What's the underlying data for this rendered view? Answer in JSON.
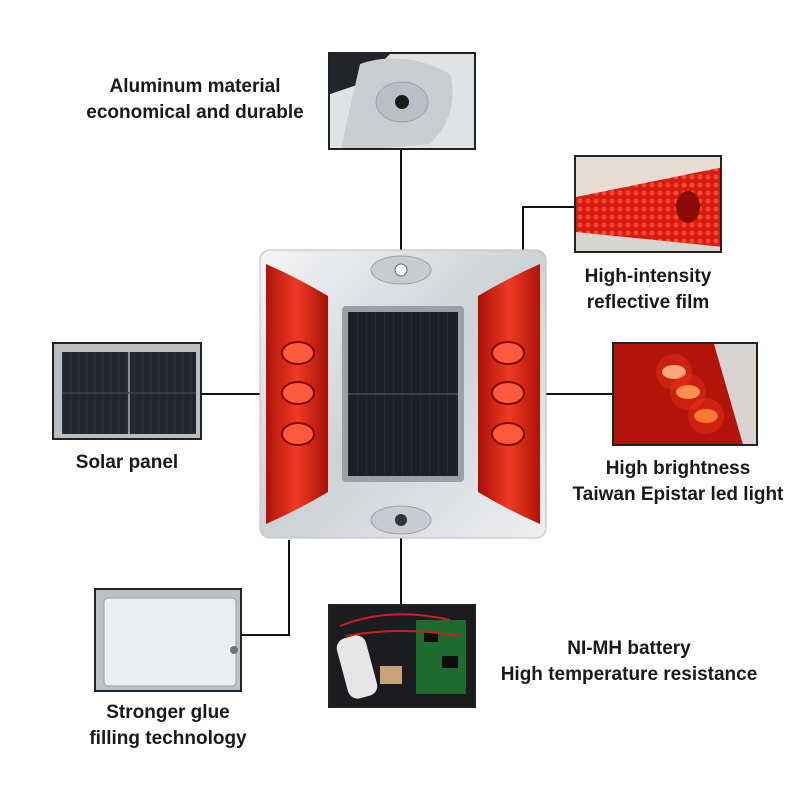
{
  "features": {
    "aluminum": {
      "line1": "Aluminum material",
      "line2": "economical and durable"
    },
    "reflective": {
      "line1": "High-intensity",
      "line2": "reflective film"
    },
    "solar": {
      "line1": "Solar panel"
    },
    "led": {
      "line1": "High brightness",
      "line2": "Taiwan Epistar led light"
    },
    "glue": {
      "line1": "Stronger glue",
      "line2": "filling technology"
    },
    "battery": {
      "line1": "NI-MH battery",
      "line2": "High temperature resistance"
    }
  },
  "colors": {
    "reflector_red": "#e0241a",
    "aluminum": "#d9dde0",
    "solar_cell": "#1d2126",
    "callout_line": "#111111"
  },
  "icons": {
    "product": "solar-road-stud-icon",
    "aluminum_detail": "aluminum-bracket-icon",
    "reflective_detail": "reflective-film-icon",
    "solar_detail": "solar-panel-icon",
    "led_detail": "led-lights-icon",
    "glue_detail": "glue-filling-icon",
    "battery_detail": "battery-circuit-icon"
  }
}
